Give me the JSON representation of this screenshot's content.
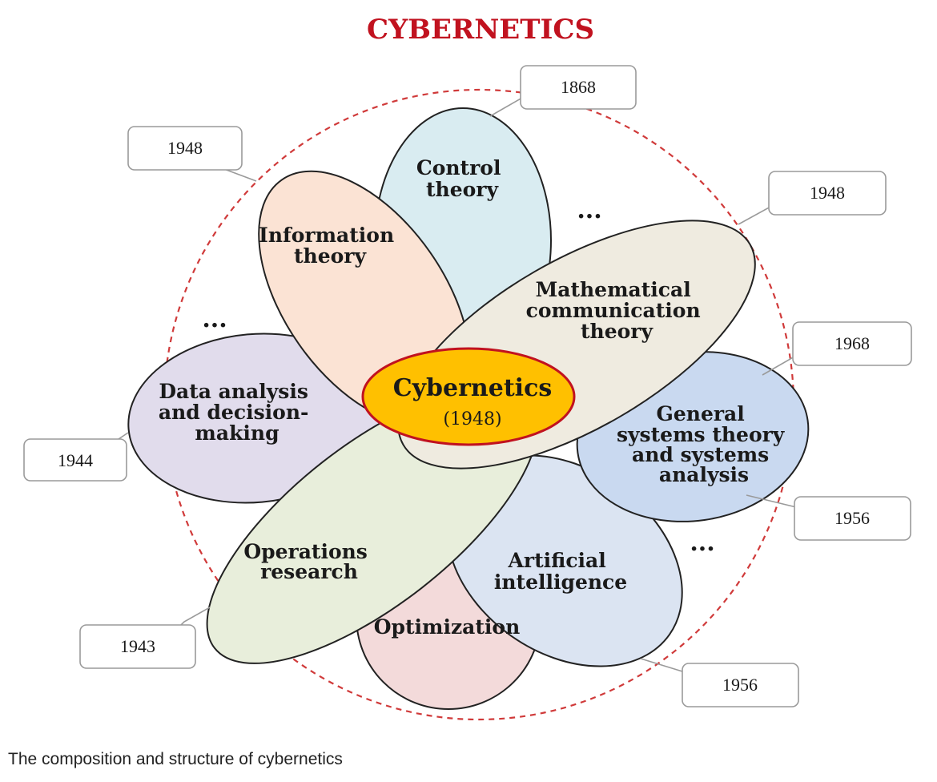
{
  "title": "CYBERNETICS",
  "center": {
    "label": "Cybernetics",
    "year": "(1948)"
  },
  "petals": {
    "control_theory": [
      "Control",
      "theory"
    ],
    "information_theory": [
      "Information",
      "theory"
    ],
    "mathematical_communication_theory": [
      "Mathematical",
      "communication",
      "theory"
    ],
    "general_systems": [
      "General",
      "systems theory",
      "and systems",
      "analysis"
    ],
    "artificial_intelligence": [
      "Artificial",
      "intelligence"
    ],
    "optimization": [
      "Optimization"
    ],
    "operations_research": [
      "Operations",
      "research"
    ],
    "data_analysis": [
      "Data analysis",
      "and decision-",
      "making"
    ]
  },
  "callouts": {
    "control_theory": "1868",
    "information_theory": "1948",
    "mathematical_communication_theory": "1948",
    "general_systems": "1968",
    "artificial_intelligence_right": "1956",
    "artificial_intelligence_bottom": "1956",
    "data_analysis": "1944",
    "operations_research": "1943"
  },
  "ellipsis": "...",
  "colors": {
    "title": "#c1121f",
    "control_theory": "#d9ecf1",
    "information_theory": "#fbe3d4",
    "mathematical_communication_theory": "#efebe0",
    "general_systems": "#c9d9f0",
    "artificial_intelligence": "#dbe4f2",
    "optimization": "#f3dada",
    "operations_research": "#e8eedb",
    "data_analysis": "#e1dcec",
    "center_fill": "#ffc000",
    "center_stroke": "#c1121f",
    "dashed_circle": "#d03a3a"
  },
  "caption": "The composition and structure of cybernetics"
}
